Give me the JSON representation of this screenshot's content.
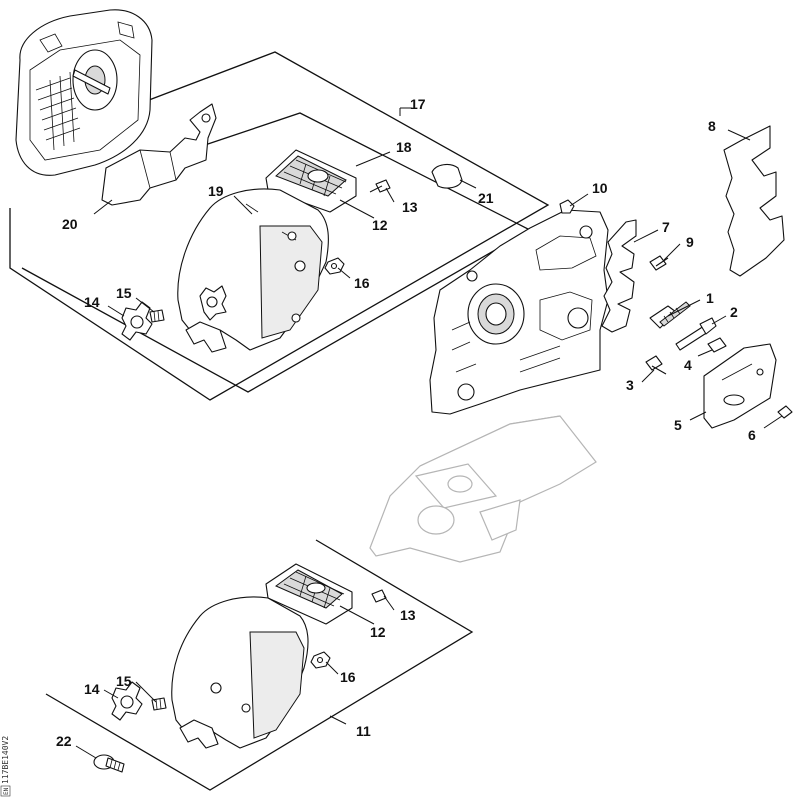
{
  "diagram": {
    "drawing_code": "117BE140V2",
    "drawing_code_suffix": "EN",
    "callouts": [
      "1",
      "2",
      "3",
      "4",
      "5",
      "6",
      "7",
      "8",
      "9",
      "10",
      "11",
      "12",
      "13",
      "14",
      "15",
      "16",
      "17",
      "18",
      "19",
      "20",
      "21",
      "22"
    ],
    "callouts_lower": {
      "n11": "11",
      "n12": "12",
      "n13": "13",
      "n14": "14",
      "n15": "15",
      "n16": "16",
      "n22": "22"
    }
  }
}
